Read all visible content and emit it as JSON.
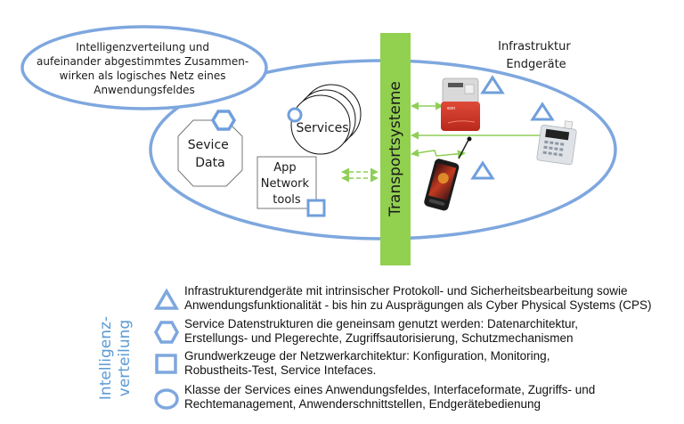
{
  "diagram": {
    "callout": {
      "lines": [
        "Intelligenzverteilung und",
        "aufeinander abgestimmtes Zusammen-",
        "wirken als logisches Netz eines",
        "Anwendungsfeldes"
      ]
    },
    "infrastructure_label": [
      "Infrastruktur",
      "Endgeräte"
    ],
    "transport_label": "Transportsysteme",
    "service_data_label": [
      "Sevice",
      "Data"
    ],
    "services_label": "Services",
    "app_tools_label": [
      "App",
      "Network",
      "tools"
    ],
    "devices": [
      {
        "name": "smart-meter",
        "icon": "electricity-meter"
      },
      {
        "name": "payment-terminal",
        "icon": "card-terminal"
      },
      {
        "name": "mobile-phone",
        "icon": "smartphone"
      }
    ],
    "colors": {
      "outline_blue": "#7ea7de",
      "shape_blue": "#6f9fdc",
      "transport_green": "#92d050",
      "arrow_green": "#8fce57",
      "meter_red": "#d93a2b"
    }
  },
  "legend": {
    "side_label": [
      "Intelligenz-",
      "verteilung"
    ],
    "items": [
      {
        "shape": "triangle",
        "lines": [
          "Infrastrukturendgeräte mit intrinsischer Protokoll- und Sicherheitsbearbeitung sowie",
          "Anwendungsfunktionalität - bis hin zu Ausprägungen als Cyber Physical Systems (CPS)"
        ]
      },
      {
        "shape": "hexagon",
        "lines": [
          "Service Datenstrukturen die geneinsam genutzt werden: Datenarchitektur,",
          "Erstellungs- und Plegerechte, Zugriffsautorisierung, Schutzmechanismen"
        ]
      },
      {
        "shape": "square",
        "lines": [
          "Grundwerkzeuge der Netzwerkarchitektur: Konfiguration, Monitoring,",
          "Robustheits-Test, Service Intefaces."
        ]
      },
      {
        "shape": "circle",
        "lines": [
          "Klasse der Services eines Anwendungsfeldes, Interfaceformate, Zugriffs- und",
          "Rechtemanagement, Anwenderschnittstellen, Endgerätebedienung"
        ]
      }
    ]
  }
}
